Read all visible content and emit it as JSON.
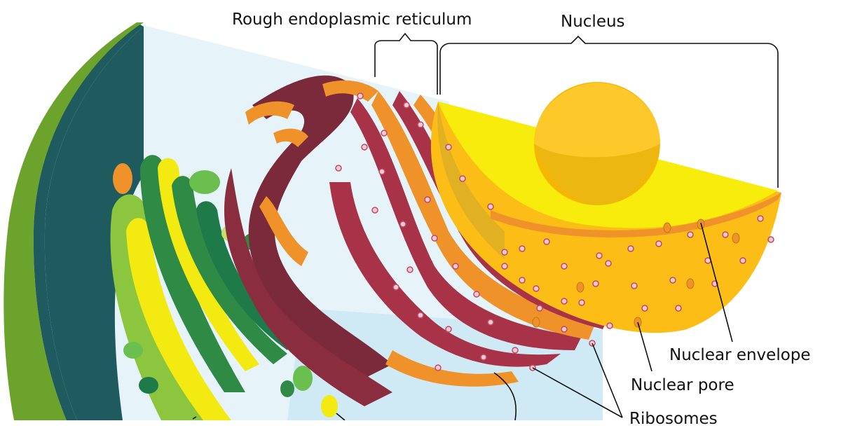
{
  "labels": {
    "rough_er": "Rough endoplasmic reticulum",
    "nucleus": "Nucleus",
    "nuclear_envelope": "Nuclear envelope",
    "nuclear_pore": "Nuclear pore",
    "ribosomes": "Ribosomes"
  },
  "colors": {
    "cell_wall": "#6ba32c",
    "cytoplasm_edge": "#1e5a5e",
    "cytoplasm": "#e6f4fa",
    "golgi_green": "#2f8a45",
    "golgi_light": "#8cc63f",
    "golgi_yellow": "#f2ea10",
    "er_dark": "#7a2a3a",
    "er_mid": "#a83348",
    "er_orange": "#f0922a",
    "nucleus_top": "#f7ec0c",
    "nucleus_body": "#fbbd16",
    "nucleolus": "#f5b500",
    "ribosome": "#e07a94"
  }
}
